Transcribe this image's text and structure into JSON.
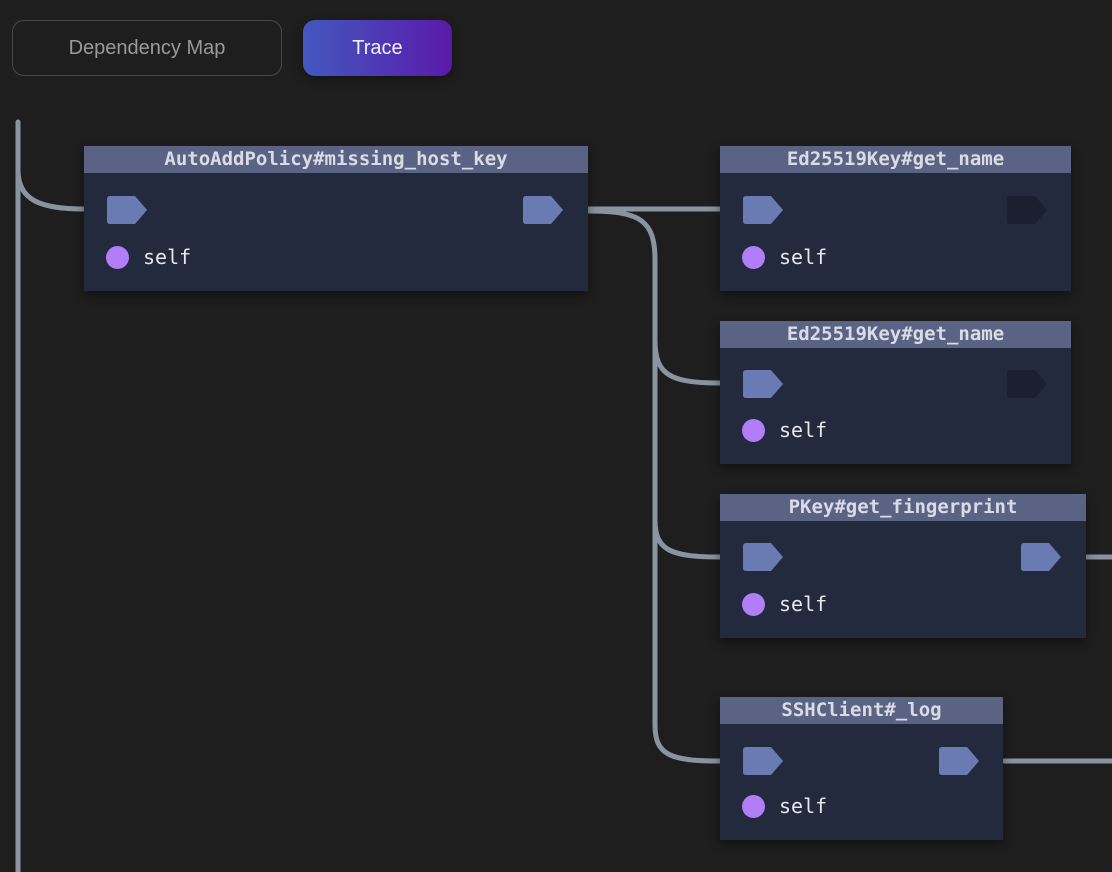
{
  "toolbar": {
    "dependency_map_label": "Dependency Map",
    "trace_label": "Trace"
  },
  "colors": {
    "background": "#1e1e1e",
    "node_body": "#232a3d",
    "node_header": "#5b6384",
    "port_active": "#6a7bb4",
    "port_inactive": "#1a2030",
    "param_dot": "#b27ef7",
    "wire": "#8a94a0",
    "trace_gradient_start": "#4358c0",
    "trace_gradient_end": "#5a1aa9"
  },
  "nodes": [
    {
      "title": "AutoAddPolicy#missing_host_key",
      "param": "self",
      "in_port": "active",
      "out_port": "active"
    },
    {
      "title": "Ed25519Key#get_name",
      "param": "self",
      "in_port": "active",
      "out_port": "inactive"
    },
    {
      "title": "Ed25519Key#get_name",
      "param": "self",
      "in_port": "active",
      "out_port": "inactive"
    },
    {
      "title": "PKey#get_fingerprint",
      "param": "self",
      "in_port": "active",
      "out_port": "active"
    },
    {
      "title": "SSHClient#_log",
      "param": "self",
      "in_port": "active",
      "out_port": "active"
    }
  ]
}
